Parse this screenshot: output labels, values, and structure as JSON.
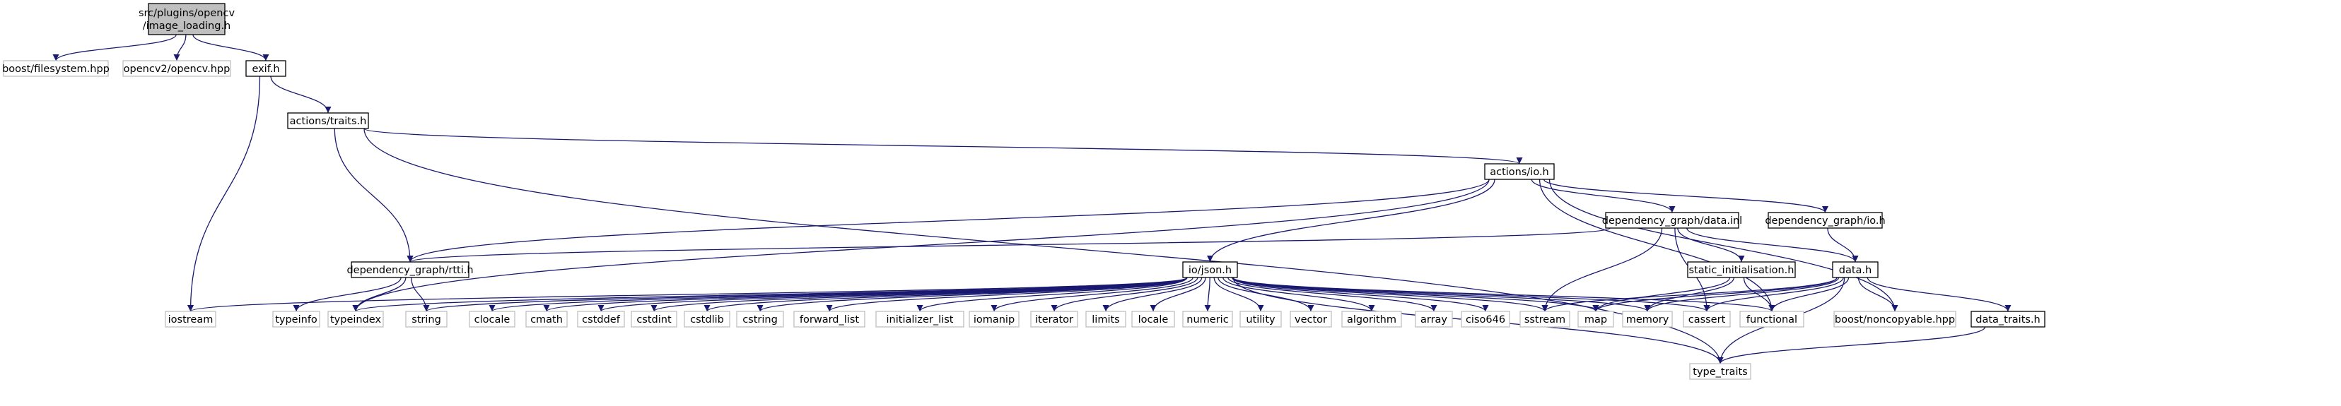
{
  "nodes": {
    "root": {
      "lines": [
        "src/plugins/opencv",
        "/image_loading.h"
      ],
      "kind": "root"
    },
    "boost_fs": {
      "lines": [
        "boost/filesystem.hpp"
      ],
      "kind": "ext"
    },
    "opencv2": {
      "lines": [
        "opencv2/opencv.hpp"
      ],
      "kind": "ext"
    },
    "exif": {
      "lines": [
        "exif.h"
      ],
      "kind": "int"
    },
    "traits": {
      "lines": [
        "actions/traits.h"
      ],
      "kind": "int"
    },
    "io": {
      "lines": [
        "actions/io.h"
      ],
      "kind": "int"
    },
    "rtti": {
      "lines": [
        "dependency_graph/rtti.h"
      ],
      "kind": "int"
    },
    "data_inl": {
      "lines": [
        "dependency_graph/data.inl"
      ],
      "kind": "int"
    },
    "dg_io": {
      "lines": [
        "dependency_graph/io.h"
      ],
      "kind": "int"
    },
    "json": {
      "lines": [
        "io/json.h"
      ],
      "kind": "int"
    },
    "static_init": {
      "lines": [
        "static_initialisation.h"
      ],
      "kind": "int"
    },
    "data_h": {
      "lines": [
        "data.h"
      ],
      "kind": "int"
    },
    "data_traits": {
      "lines": [
        "data_traits.h"
      ],
      "kind": "int"
    },
    "iostream": {
      "lines": [
        "iostream"
      ],
      "kind": "ext"
    },
    "typeinfo": {
      "lines": [
        "typeinfo"
      ],
      "kind": "ext"
    },
    "typeindex": {
      "lines": [
        "typeindex"
      ],
      "kind": "ext"
    },
    "string": {
      "lines": [
        "string"
      ],
      "kind": "ext"
    },
    "clocale": {
      "lines": [
        "clocale"
      ],
      "kind": "ext"
    },
    "cmath": {
      "lines": [
        "cmath"
      ],
      "kind": "ext"
    },
    "cstddef": {
      "lines": [
        "cstddef"
      ],
      "kind": "ext"
    },
    "cstdint": {
      "lines": [
        "cstdint"
      ],
      "kind": "ext"
    },
    "cstdlib": {
      "lines": [
        "cstdlib"
      ],
      "kind": "ext"
    },
    "cstring": {
      "lines": [
        "cstring"
      ],
      "kind": "ext"
    },
    "forward_list": {
      "lines": [
        "forward_list"
      ],
      "kind": "ext"
    },
    "initializer_list": {
      "lines": [
        "initializer_list"
      ],
      "kind": "ext"
    },
    "iomanip": {
      "lines": [
        "iomanip"
      ],
      "kind": "ext"
    },
    "iterator": {
      "lines": [
        "iterator"
      ],
      "kind": "ext"
    },
    "limits": {
      "lines": [
        "limits"
      ],
      "kind": "ext"
    },
    "locale": {
      "lines": [
        "locale"
      ],
      "kind": "ext"
    },
    "numeric": {
      "lines": [
        "numeric"
      ],
      "kind": "ext"
    },
    "utility": {
      "lines": [
        "utility"
      ],
      "kind": "ext"
    },
    "vector": {
      "lines": [
        "vector"
      ],
      "kind": "ext"
    },
    "algorithm": {
      "lines": [
        "algorithm"
      ],
      "kind": "ext"
    },
    "array": {
      "lines": [
        "array"
      ],
      "kind": "ext"
    },
    "ciso646": {
      "lines": [
        "ciso646"
      ],
      "kind": "ext"
    },
    "sstream": {
      "lines": [
        "sstream"
      ],
      "kind": "ext"
    },
    "map": {
      "lines": [
        "map"
      ],
      "kind": "ext"
    },
    "memory": {
      "lines": [
        "memory"
      ],
      "kind": "ext"
    },
    "cassert": {
      "lines": [
        "cassert"
      ],
      "kind": "ext"
    },
    "functional": {
      "lines": [
        "functional"
      ],
      "kind": "ext"
    },
    "boost_noncopy": {
      "lines": [
        "boost/noncopyable.hpp"
      ],
      "kind": "ext"
    },
    "type_traits": {
      "lines": [
        "type_traits"
      ],
      "kind": "ext"
    }
  },
  "edges": [
    [
      "root",
      "boost_fs"
    ],
    [
      "root",
      "opencv2"
    ],
    [
      "root",
      "exif"
    ],
    [
      "exif",
      "iostream"
    ],
    [
      "exif",
      "traits"
    ],
    [
      "traits",
      "io"
    ],
    [
      "traits",
      "rtti"
    ],
    [
      "traits",
      "type_traits"
    ],
    [
      "io",
      "rtti"
    ],
    [
      "io",
      "typeindex"
    ],
    [
      "io",
      "json"
    ],
    [
      "io",
      "data_inl"
    ],
    [
      "io",
      "dg_io"
    ],
    [
      "io",
      "functional"
    ],
    [
      "io",
      "boost_noncopy"
    ],
    [
      "rtti",
      "typeinfo"
    ],
    [
      "rtti",
      "typeindex"
    ],
    [
      "rtti",
      "string"
    ],
    [
      "data_inl",
      "rtti"
    ],
    [
      "data_inl",
      "data_h"
    ],
    [
      "data_inl",
      "static_init"
    ],
    [
      "data_inl",
      "sstream"
    ],
    [
      "data_inl",
      "cassert"
    ],
    [
      "dg_io",
      "data_h"
    ],
    [
      "static_init",
      "map"
    ],
    [
      "static_init",
      "memory"
    ],
    [
      "static_init",
      "functional"
    ],
    [
      "data_h",
      "boost_noncopy"
    ],
    [
      "data_h",
      "data_traits"
    ],
    [
      "data_h",
      "map"
    ],
    [
      "data_h",
      "memory"
    ],
    [
      "data_h",
      "cassert"
    ],
    [
      "data_h",
      "functional"
    ],
    [
      "data_h",
      "type_traits"
    ],
    [
      "data_h",
      "sstream"
    ],
    [
      "data_traits",
      "type_traits"
    ],
    [
      "json",
      "iostream"
    ],
    [
      "json",
      "typeindex"
    ],
    [
      "json",
      "string"
    ],
    [
      "json",
      "clocale"
    ],
    [
      "json",
      "cmath"
    ],
    [
      "json",
      "cstddef"
    ],
    [
      "json",
      "cstdint"
    ],
    [
      "json",
      "cstdlib"
    ],
    [
      "json",
      "cstring"
    ],
    [
      "json",
      "forward_list"
    ],
    [
      "json",
      "initializer_list"
    ],
    [
      "json",
      "iomanip"
    ],
    [
      "json",
      "iterator"
    ],
    [
      "json",
      "limits"
    ],
    [
      "json",
      "locale"
    ],
    [
      "json",
      "numeric"
    ],
    [
      "json",
      "utility"
    ],
    [
      "json",
      "vector"
    ],
    [
      "json",
      "algorithm"
    ],
    [
      "json",
      "array"
    ],
    [
      "json",
      "ciso646"
    ],
    [
      "json",
      "sstream"
    ],
    [
      "json",
      "map"
    ],
    [
      "json",
      "memory"
    ],
    [
      "json",
      "cassert"
    ],
    [
      "json",
      "functional"
    ],
    [
      "json",
      "type_traits"
    ]
  ],
  "colors": {
    "edge": "#191970",
    "root_fill": "#bfbfbf",
    "ext_border": "#bfbfbf",
    "int_border": "#000000"
  }
}
